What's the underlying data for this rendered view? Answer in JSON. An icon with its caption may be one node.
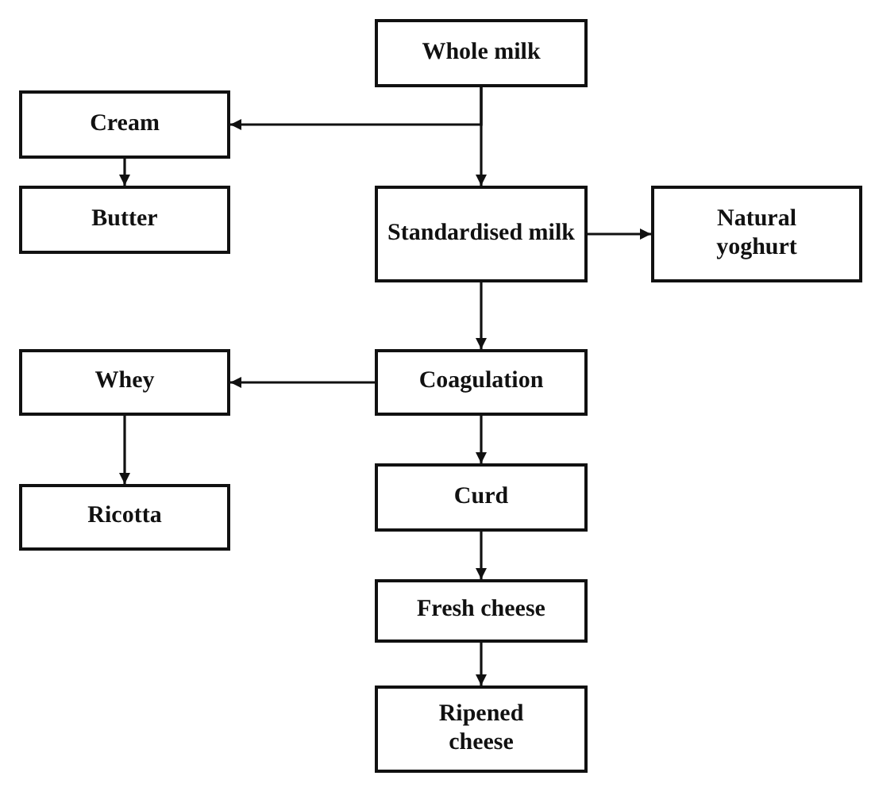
{
  "diagram": {
    "nodes": [
      {
        "text": [
          "Whole milk"
        ]
      },
      {
        "text": [
          "Cream"
        ]
      },
      {
        "text": [
          "Butter"
        ]
      },
      {
        "text": [
          "Standardised milk"
        ]
      },
      {
        "text": [
          "Natural yoghurt"
        ]
      },
      {
        "text": [
          "Whey"
        ]
      },
      {
        "text": [
          "Coagulation"
        ]
      },
      {
        "text": [
          "Ricotta"
        ]
      },
      {
        "text": [
          "Curd"
        ]
      },
      {
        "text": [
          "Fresh cheese"
        ]
      },
      {
        "text": [
          "Ripened cheese"
        ]
      }
    ],
    "edges": [
      {
        "from": 0,
        "to": 3,
        "arrow": "to"
      },
      {
        "from": 0,
        "to": 1,
        "arrow": "to"
      },
      {
        "from": 1,
        "to": 2,
        "arrow": "to"
      },
      {
        "from": 3,
        "to": 4,
        "arrow": "to"
      },
      {
        "from": 3,
        "to": 6,
        "arrow": "to"
      },
      {
        "from": 6,
        "to": 5,
        "arrow": "to"
      },
      {
        "from": 5,
        "to": 7,
        "arrow": "to"
      },
      {
        "from": 6,
        "to": 8,
        "arrow": "to"
      },
      {
        "from": 8,
        "to": 9,
        "arrow": "to"
      },
      {
        "from": 9,
        "to": 10,
        "arrow": "to"
      }
    ]
  }
}
